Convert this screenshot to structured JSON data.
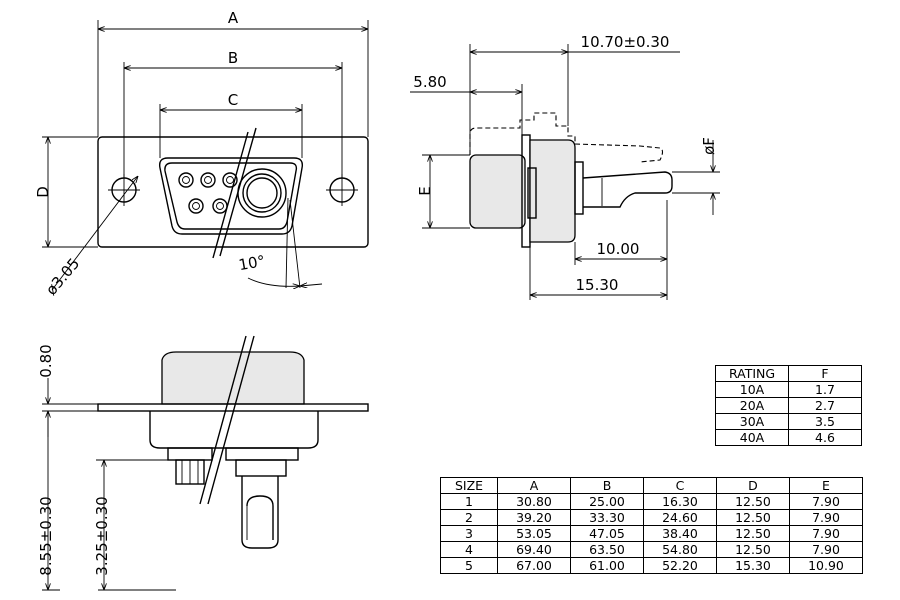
{
  "front_view": {
    "dim_a": "A",
    "dim_b": "B",
    "dim_c": "C",
    "dim_d": "D",
    "hole_dia": "ø3.05",
    "angle": "10°"
  },
  "side_view": {
    "width_total": "10.70±0.30",
    "flange_offset": "5.80",
    "dim_e": "E",
    "dia_f": "øF",
    "tail_len": "10.00",
    "overall_len": "15.30"
  },
  "bottom_view": {
    "flange_thk": "0.80",
    "pin_len": "8.55±0.30",
    "tail_len": "3.25±0.30"
  },
  "rating_table": {
    "headers": [
      "RATING",
      "F"
    ],
    "rows": [
      [
        "10A",
        "1.7"
      ],
      [
        "20A",
        "2.7"
      ],
      [
        "30A",
        "3.5"
      ],
      [
        "40A",
        "4.6"
      ]
    ]
  },
  "size_table": {
    "headers": [
      "SIZE",
      "A",
      "B",
      "C",
      "D",
      "E"
    ],
    "rows": [
      [
        "1",
        "30.80",
        "25.00",
        "16.30",
        "12.50",
        "7.90"
      ],
      [
        "2",
        "39.20",
        "33.30",
        "24.60",
        "12.50",
        "7.90"
      ],
      [
        "3",
        "53.05",
        "47.05",
        "38.40",
        "12.50",
        "7.90"
      ],
      [
        "4",
        "69.40",
        "63.50",
        "54.80",
        "12.50",
        "7.90"
      ],
      [
        "5",
        "67.00",
        "61.00",
        "52.20",
        "15.30",
        "10.90"
      ]
    ]
  }
}
